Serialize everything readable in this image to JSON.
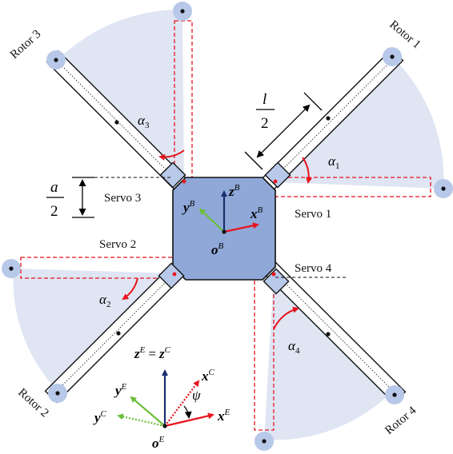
{
  "rotors": {
    "r1": "Rotor 1",
    "r2": "Rotor 2",
    "r3": "Rotor 3",
    "r4": "Rotor 4"
  },
  "servos": {
    "s1": "Servo 1",
    "s2": "Servo 2",
    "s3": "Servo 3",
    "s4": "Servo 4"
  },
  "angles": {
    "a1": "α",
    "a1_sub": "1",
    "a2": "α",
    "a2_sub": "2",
    "a3": "α",
    "a3_sub": "3",
    "a4": "α",
    "a4_sub": "4"
  },
  "dimensions": {
    "l_num": "l",
    "l_den": "2",
    "a_num": "a",
    "a_den": "2"
  },
  "body_frame": {
    "x": "x",
    "x_sup": "B",
    "y": "y",
    "y_sup": "B",
    "z": "z",
    "z_sup": "B",
    "o": "o",
    "o_sup": "B"
  },
  "earth_frame": {
    "z": "z",
    "z_sup": "E",
    "eq": "=",
    "zc": "z",
    "zc_sup": "C",
    "x": "x",
    "x_sup": "E",
    "y": "y",
    "y_sup": "E",
    "xc": "x",
    "xc_sup": "C",
    "yc": "y",
    "yc_sup": "C",
    "psi": "ψ",
    "o": "o",
    "o_sup": "E"
  },
  "colors": {
    "body_fill": "#8fa8d8",
    "sector_fill": "#dfe5f3",
    "rotor_hub": "#b8c8e8",
    "red": "#e8141e",
    "green": "#6cbf3a",
    "navy": "#1a2f6b"
  }
}
